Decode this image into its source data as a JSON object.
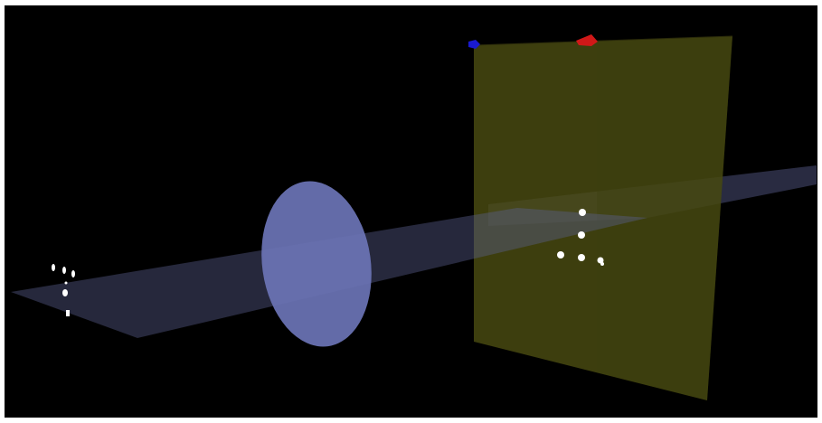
{
  "colors": {
    "frame": "#ffffff",
    "background": "#000000",
    "optical_axis_plane": "#5a5f90",
    "lens": "#6b74b6",
    "screen_plane": "#5a5a14",
    "marker_blue": "#1a1ad0",
    "marker_red": "#d01818",
    "points": "#ffffff"
  },
  "scene": {
    "object_points_count": 6,
    "image_points_count": 6,
    "markers": [
      "blue-marker",
      "red-marker"
    ],
    "elements": [
      "optical-axis-plane",
      "lens",
      "screen-plane"
    ]
  }
}
